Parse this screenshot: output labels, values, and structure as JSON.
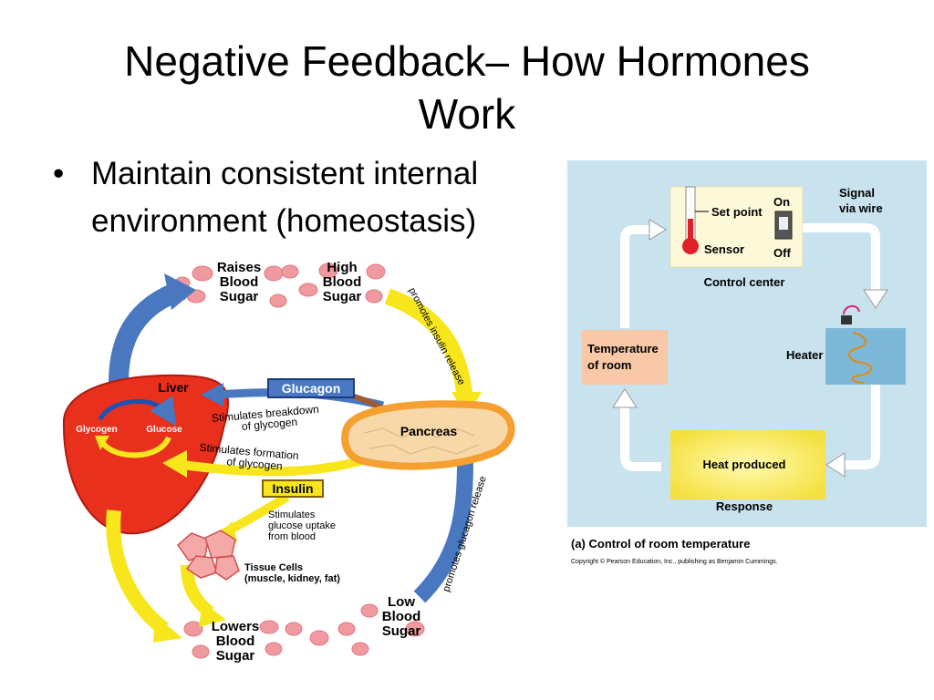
{
  "slide": {
    "title_line1": "Negative Feedback– How Hormones",
    "title_line2": "Work",
    "bullet": "Maintain consistent internal environment (homeostasis)",
    "bullet_marker": "•"
  },
  "blood_sugar_diagram": {
    "raises_blood_sugar": [
      "Raises",
      "Blood",
      "Sugar"
    ],
    "high_blood_sugar": [
      "High",
      "Blood",
      "Sugar"
    ],
    "low_blood_sugar": [
      "Low",
      "Blood",
      "Sugar"
    ],
    "lowers_blood_sugar": [
      "Lowers",
      "Blood",
      "Sugar"
    ],
    "liver": "Liver",
    "glycogen": "Glycogen",
    "glucose": "Glucose",
    "glucagon": "Glucagon",
    "insulin": "Insulin",
    "pancreas": "Pancreas",
    "stimulates_breakdown": [
      "Stimulates breakdown",
      "of glycogen"
    ],
    "stimulates_formation": [
      "Stimulates formation",
      "of glycogen"
    ],
    "stimulates_uptake": [
      "Stimulates",
      "glucose uptake",
      "from blood"
    ],
    "tissue_cells": [
      "Tissue Cells",
      "(muscle, kidney, fat)"
    ],
    "promotes_insulin": "promotes insulin release",
    "promotes_glucagon": "promotes glucagon release",
    "colors": {
      "liver": "#e8301c",
      "arrow_blue": "#4a78c0",
      "arrow_yellow": "#f7e61c",
      "pancreas": "#f5a030",
      "blood_cell": "#f09aa0"
    }
  },
  "thermostat_diagram": {
    "set_point": "Set point",
    "sensor": "Sensor",
    "on": "On",
    "off": "Off",
    "signal_via_wire": [
      "Signal",
      "via wire"
    ],
    "control_center": "Control center",
    "heater": "Heater",
    "temperature_of_room": [
      "Temperature",
      "of room"
    ],
    "heat_produced": "Heat produced",
    "response": "Response",
    "caption": "(a) Control of room temperature",
    "copyright": "Copyright © Pearson Education, Inc., publishing as Benjamin Cummings.",
    "colors": {
      "background": "#c8e2ee",
      "control_box": "#fdf8d8",
      "heater_box": "#7eb8d8",
      "room_box": "#f8c8a8",
      "heat_box": "#fbf07a"
    }
  }
}
